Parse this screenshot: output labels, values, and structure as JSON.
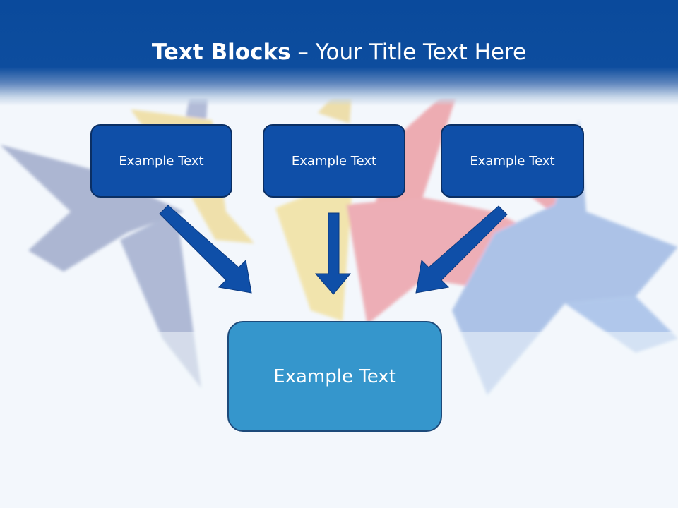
{
  "title": {
    "bold": "Text Blocks",
    "dash": " – ",
    "rest": "Your Title Text Here"
  },
  "blocks": [
    {
      "label": "Example Text"
    },
    {
      "label": "Example Text"
    },
    {
      "label": "Example Text"
    }
  ],
  "result": {
    "label": "Example Text"
  },
  "colors": {
    "header": "#0a4a9c",
    "block_fill": "#0f4fa8",
    "result_fill": "#3596cc",
    "arrow": "#0f4fa8",
    "background": "#f3f7fc"
  }
}
